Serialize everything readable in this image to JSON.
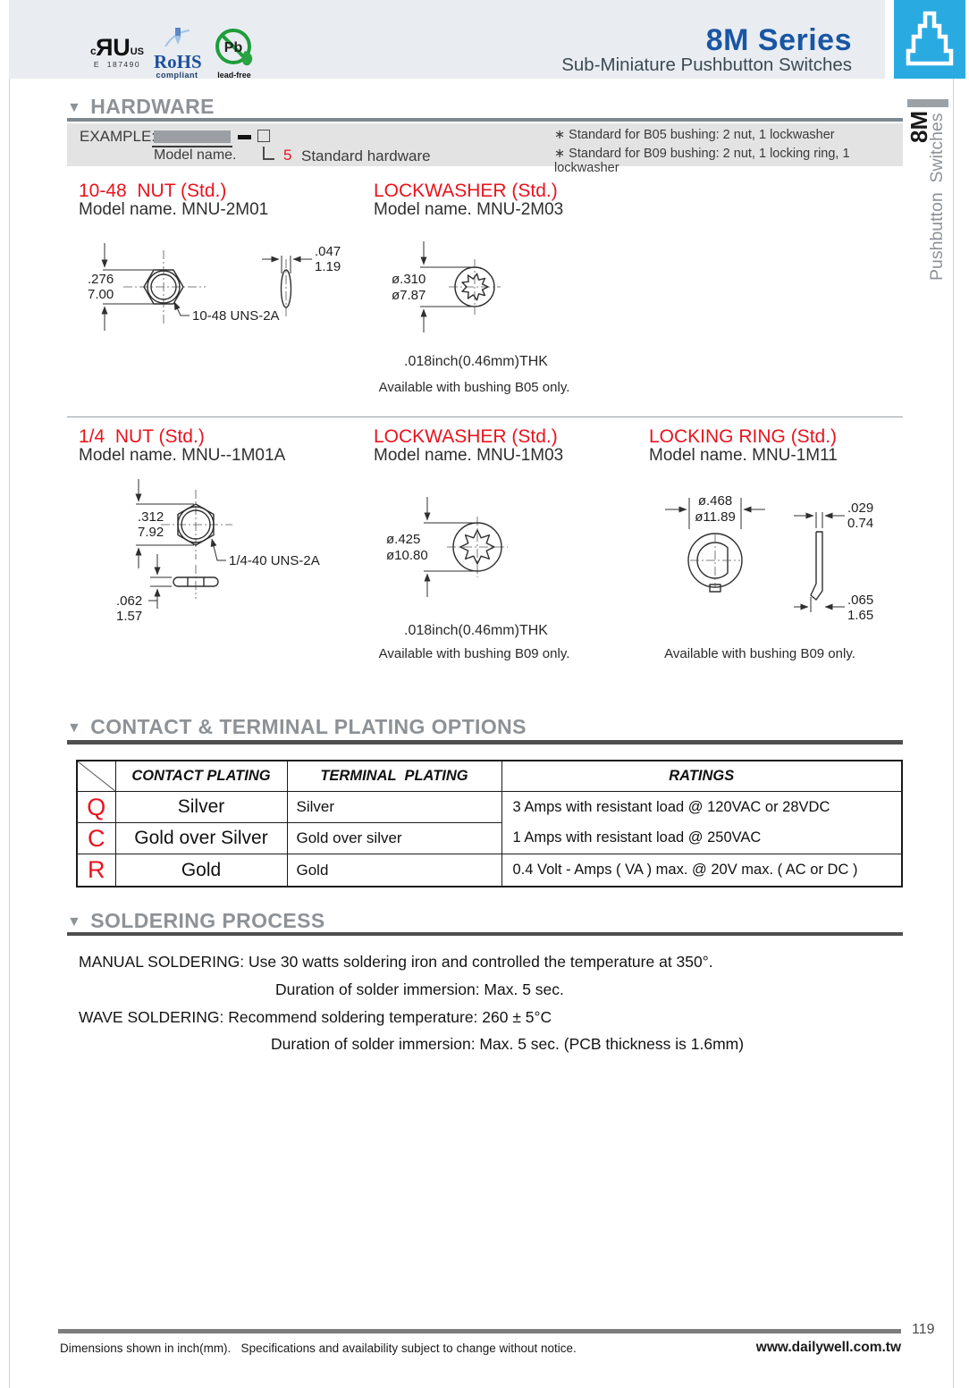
{
  "header": {
    "ul_mark": {
      "c": "c",
      "r": "R",
      "u": "U",
      "us": "US",
      "e_number": "E  187490"
    },
    "rohs": {
      "title": "RoHS",
      "subtitle": "compliant"
    },
    "pb": {
      "symbol": "Pb",
      "label": "lead-free"
    },
    "series_title": "8M Series",
    "series_subtitle": "Sub-Miniature Pushbutton Switches"
  },
  "sidebar": {
    "tab": "8M",
    "label": "Pushbutton  Switches"
  },
  "hardware": {
    "section_title": "HARDWARE",
    "example": {
      "label": "EXAMPLE:",
      "model_caption": "Model name.",
      "digit": "5",
      "digit_label": "Standard hardware",
      "notes": [
        "∗ Standard for B05 bushing: 2 nut, 1 lockwasher",
        "∗ Standard for B09 bushing: 2 nut, 1 locking ring, 1 lockwasher"
      ]
    },
    "items": [
      {
        "title": "10-48  NUT (Std.)",
        "model": "Model name. MNU-2M01",
        "dim_a1": ".276",
        "dim_a2": "7.00",
        "thread": "10-48 UNS-2A",
        "dim_b1": ".047",
        "dim_b2": "1.19"
      },
      {
        "title": "LOCKWASHER (Std.)",
        "model": "Model name. MNU-2M03",
        "dim_a1": "ø.310",
        "dim_a2": "ø7.87",
        "thickness": ".018inch(0.46mm)THK",
        "note": "Available with bushing B05 only."
      },
      {
        "title": "1/4  NUT (Std.)",
        "model": "Model name. MNU--1M01A",
        "dim_a1": ".312",
        "dim_a2": "7.92",
        "thread": "1/4-40 UNS-2A",
        "dim_b1": ".062",
        "dim_b2": "1.57"
      },
      {
        "title": "LOCKWASHER (Std.)",
        "model": "Model name. MNU-1M03",
        "dim_a1": "ø.425",
        "dim_a2": "ø10.80",
        "thickness": ".018inch(0.46mm)THK",
        "note": "Available with bushing B09 only."
      },
      {
        "title": "LOCKING RING (Std.)",
        "model": "Model name. MNU-1M11",
        "dim_a1": "ø.468",
        "dim_a2": "ø11.89",
        "dim_b1": ".029",
        "dim_b2": "0.74",
        "dim_c1": ".065",
        "dim_c2": "1.65",
        "note": "Available with bushing B09 only."
      }
    ]
  },
  "plating": {
    "section_title": "CONTACT & TERMINAL PLATING OPTIONS",
    "headers": [
      "CONTACT PLATING",
      "TERMINAL  PLATING",
      "RATINGS"
    ],
    "rows": [
      {
        "code": "Q",
        "contact": "Silver",
        "terminal": "Silver"
      },
      {
        "code": "C",
        "contact": "Gold over Silver",
        "terminal": "Gold over silver"
      },
      {
        "code": "R",
        "contact": "Gold",
        "terminal": "Gold"
      }
    ],
    "ratings_qc": [
      "3 Amps with resistant load @ 120VAC or 28VDC",
      "1 Amps with resistant load @ 250VAC"
    ],
    "rating_r": "0.4 Volt - Amps ( VA ) max. @ 20V max. ( AC or DC )"
  },
  "soldering": {
    "section_title": "SOLDERING PROCESS",
    "lines": [
      "MANUAL SOLDERING: Use 30 watts soldering iron and controlled the temperature at 350°.",
      "Duration of solder immersion: Max. 5 sec.",
      "WAVE SOLDERING: Recommend soldering temperature: 260 ± 5°C",
      "Duration of solder immersion: Max. 5 sec. (PCB thickness is 1.6mm)"
    ]
  },
  "footer": {
    "page_number": "119",
    "left_text": "Dimensions shown in inch(mm).   Specifications and availability subject to change without notice.",
    "website": "www.dailywell.com.tw"
  },
  "colors": {
    "accent_blue": "#29abe2",
    "title_blue": "#1956a3",
    "heading_gray": "#8d9297",
    "red": "#e8141e"
  }
}
